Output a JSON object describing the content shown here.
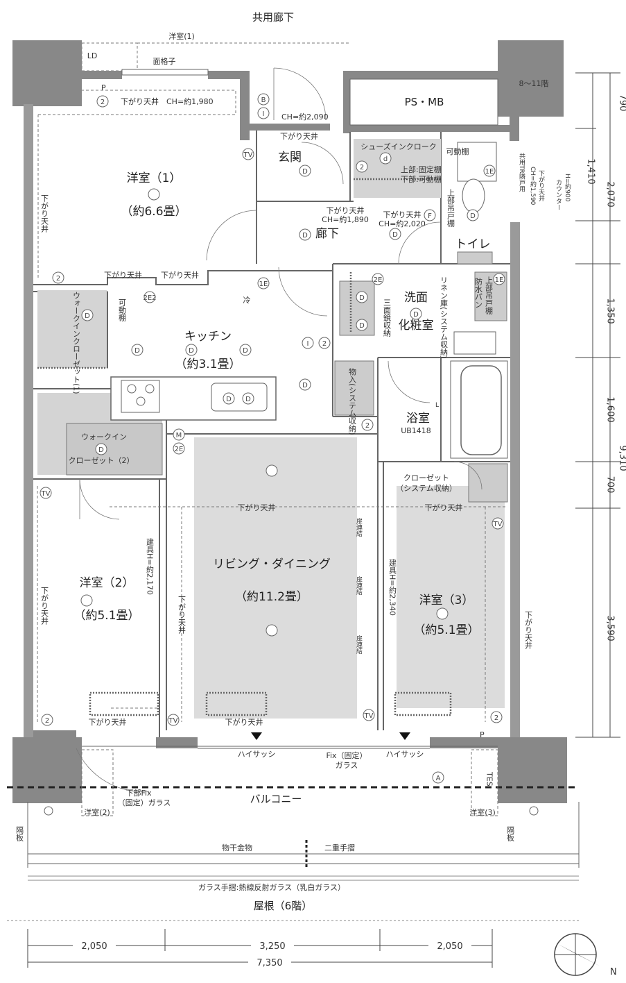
{
  "corridor": "共用廊下",
  "top_annex": {
    "room1_mark": "洋室(1)",
    "ld_mark": "LD",
    "lattice": "面格子",
    "p_mark": "P"
  },
  "rooms": {
    "western1": {
      "name": "洋室（1）",
      "area": "（約6.6畳）",
      "ceiling_top": "下がり天井　CH=約1,980",
      "ceiling_left": "下がり天井",
      "ceiling_bottom": "下がり天井"
    },
    "entrance": {
      "name": "玄関",
      "ch": "CH=約2,090",
      "ceiling": "下がり天井"
    },
    "shoes": {
      "name": "シューズインクローク",
      "shelf": "可動棚",
      "upper": "上部:固定棚",
      "lower": "下部:可動棚",
      "ceiling1": "下がり天井",
      "ch1": "CH=約1,890",
      "ceiling2": "下がり天井",
      "ch2": "CH=約2,020"
    },
    "hall": {
      "name": "廊下"
    },
    "toilet": {
      "name": "トイレ",
      "upper": "上部吊戸棚"
    },
    "psmb": {
      "name": "PS・MB"
    },
    "floors": {
      "label": "8～11階"
    },
    "shared_pipe": {
      "label": "共用TR隣戸用"
    },
    "counter": {
      "ch": "CH=約1,590",
      "ceiling": "下がり天井",
      "label": "カウンター",
      "h": "H=約900"
    },
    "walkin1": {
      "name": "ウォークインクローゼット(1)",
      "shelf": "可動棚"
    },
    "kitchen": {
      "name": "キッチン",
      "area": "（約3.1畳）",
      "ref": "冷",
      "ceiling": "下がり天井"
    },
    "washroom": {
      "name1": "洗面",
      "name2": "化粧室",
      "mirror": "三面鏡収納",
      "linen": "リネン庫(システム収納)",
      "waterproof": "防水パン",
      "upper": "上部吊戸棚"
    },
    "storage": {
      "name": "物入(システム収納)"
    },
    "bath": {
      "name": "浴室",
      "unit": "UB1418"
    },
    "walkin2": {
      "line1": "ウォークイン",
      "line2": "クローゼット（2）"
    },
    "closet": {
      "name": "クローゼット",
      "sub": "（システム収納）"
    },
    "western2": {
      "name": "洋室（2）",
      "area": "（約5.1畳）",
      "door": "建具H=約2,170",
      "ceiling_left": "下がり天井",
      "ceiling_bottom": "下がり天井"
    },
    "living": {
      "name": "リビング・ダイニング",
      "area": "（約11.2畳）",
      "ceiling_top": "下がり天井",
      "ceiling_left": "下がり天井",
      "ceiling_bottom": "下がり天井",
      "door_link": "扉連結"
    },
    "western3": {
      "name": "洋室（3）",
      "area": "（約5.1畳）",
      "door": "建具H=約2,340",
      "ceiling_top": "下がり天井",
      "ceiling_right": "下がり天井"
    }
  },
  "sash": {
    "left": "ハイサッシ",
    "right": "ハイサッシ",
    "fix1": "Fix（固定）",
    "fix2": "ガラス",
    "lower_fix1": "下部Fix",
    "lower_fix2": "（固定）ガラス"
  },
  "balcony": {
    "name": "バルコニー",
    "partition": "隔板",
    "dryer": "物干金物",
    "rail": "二重手摺",
    "r2": "洋室(2)",
    "r3": "洋室(3)",
    "a_mark": "A",
    "tes": "TES",
    "p_mark": "P"
  },
  "glass_note": "ガラス手摺:熱線反射ガラス（乳白ガラス）",
  "roof": "屋根（6階）",
  "dims_bottom": [
    "2,050",
    "3,250",
    "2,050"
  ],
  "dims_total": "7,350",
  "dims_right": [
    "790",
    "1,410",
    "2,070",
    "1,350",
    "1,600",
    "700",
    "3,590"
  ],
  "dims_right_total": "9,310",
  "compass": "N",
  "symbols": {
    "D": "D",
    "TV": "TV",
    "two": "2",
    "one_e": "1E",
    "two_e": "2E",
    "two_e2": "2E2",
    "B": "B",
    "F": "F",
    "L": "L",
    "M": "M",
    "d": "d",
    "I": "I"
  }
}
